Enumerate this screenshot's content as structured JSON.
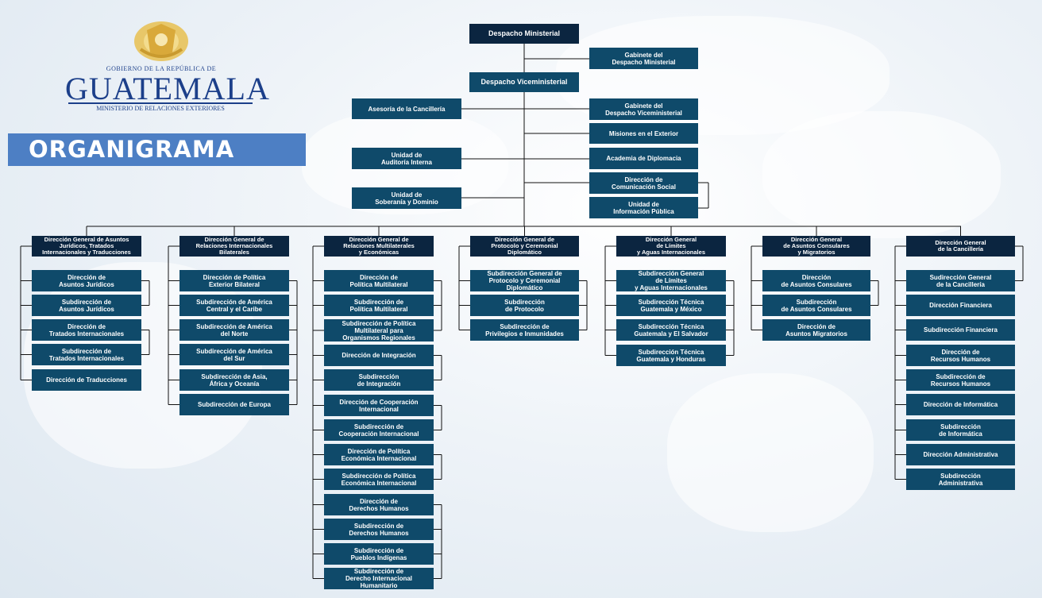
{
  "header": {
    "gov_line": "GOBIERNO DE LA REPÚBLICA DE",
    "country": "GUATEMALA",
    "ministry": "MINISTERIO DE RELACIONES EXTERIORES",
    "banner": "ORGANIGRAMA"
  },
  "colors": {
    "box": "#0f4a6a",
    "box_dark": "#0b2540",
    "banner": "#4d7fc4",
    "connector": "#111111"
  },
  "top": {
    "despacho_ministerial": "Despacho Ministerial",
    "gabinete_ministerial": "Gabinete del\nDespacho Ministerial",
    "despacho_viceministerial": "Despacho Viceministerial",
    "asesoria": "Asesoría de la Cancillería",
    "gabinete_viceministerial": "Gabinete del\nDespacho Viceministerial",
    "misiones": "Misiones en el Exterior",
    "auditoria": "Unidad de\nAuditoría Interna",
    "academia": "Academia de Diplomacia",
    "comunicacion": "Dirección de\nComunicación Social",
    "soberania": "Unidad de\nSoberanía y Dominio",
    "informacion_publica": "Unidad de\nInformación Pública"
  },
  "columns": [
    {
      "head": "Dirección General de Asuntos\nJurídicos, Tratados\nInternacionales y Traducciones",
      "items": [
        "Dirección de\nAsuntos Jurídicos",
        "Subdirección de\nAsuntos Jurídicos",
        "Dirección de\nTratados Internacionales",
        "Subdirección de\nTratados Internacionales",
        "Dirección de Traducciones"
      ]
    },
    {
      "head": "Dirección General de\nRelaciones Internacionales\nBilaterales",
      "items": [
        "Dirección de Política\nExterior Bilateral",
        "Subdirección de América\nCentral y el Caribe",
        "Subdirección de América\ndel Norte",
        "Subdirección de América\ndel Sur",
        "Subdirección de Asia,\nÁfrica y Oceanía",
        "Subdirección de Europa"
      ]
    },
    {
      "head": "Dirección General de\nRelaciones Multilaterales\ny Económicas",
      "items": [
        "Dirección de\nPolítica Multilateral",
        "Subdirección de\nPolítica Multilateral",
        "Subdirección de Política\nMultilateral para\nOrganismos Regionales",
        "Dirección de Integración",
        "Subdirección\nde Integración",
        "Dirección de Cooperación\nInternacional",
        "Subdirección de\nCooperación Internacional",
        "Dirección de Política\nEconómica Internacional",
        "Subdirección de Política\nEconómica Internacional",
        "Dirección de\nDerechos Humanos",
        "Subdirección de\nDerechos Humanos",
        "Subdirección de\nPueblos Indígenas",
        "Subdirección de\nDerecho Internacional\nHumanitario"
      ]
    },
    {
      "head": "Dirección General de\nProtocolo y Ceremonial\nDiplomático",
      "items": [
        "Subdirección General de\nProtocolo y Ceremonial\nDiplomático",
        "Subdirección\nde Protocolo",
        "Subdirección de\nPrivilegios e Inmunidades"
      ]
    },
    {
      "head": "Dirección General\nde Límites\ny Aguas Internacionales",
      "items": [
        "Subdirección General\nde Límites\ny Aguas Internacionales",
        "Subdirección Técnica\nGuatemala y México",
        "Subdirección Técnica\nGuatemala y El Salvador",
        "Subdirección Técnica\nGuatemala y Honduras"
      ]
    },
    {
      "head": "Dirección General\nde Asuntos Consulares\ny Migratorios",
      "items": [
        "Dirección\nde Asuntos Consulares",
        "Subdirección\nde Asuntos Consulares",
        "Dirección de\nAsuntos Migratorios"
      ]
    },
    {
      "head": "Dirección General\nde la Cancillería",
      "items": [
        "Sudirección General\nde la Cancillería",
        "Dirección Financiera",
        "Subdirección Financiera",
        "Dirección de\nRecursos Humanos",
        "Subdirección de\nRecursos Humanos",
        "Dirección de Informática",
        "Subdirección\nde Informática",
        "Dirección Administrativa",
        "Subdirección\nAdministrativa"
      ]
    }
  ]
}
